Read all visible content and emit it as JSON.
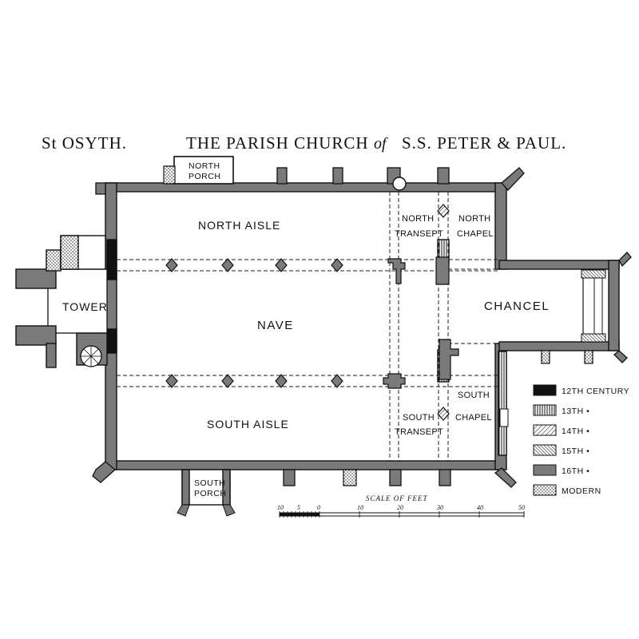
{
  "title": {
    "prefix": "St OSYTH.",
    "main": "THE PARISH CHURCH",
    "of": "of",
    "dedication": "S.S. PETER & PAUL."
  },
  "rooms": {
    "north_porch_1": "NORTH",
    "north_porch_2": "PORCH",
    "north_aisle": "NORTH   AISLE",
    "north_transept_1": "NORTH",
    "north_transept_2": "TRANSEPT",
    "north_chapel_1": "NORTH",
    "north_chapel_2": "CHAPEL",
    "tower": "TOWER",
    "nave": "NAVE",
    "chancel": "CHANCEL",
    "south_aisle": "SOUTH  AISLE",
    "south_transept_1": "SOUTH",
    "south_transept_2": "TRANSEPT",
    "south_chapel_1": "SOUTH",
    "south_chapel_2": "CHAPEL",
    "south_porch_1": "SOUTH",
    "south_porch_2": "PORCH"
  },
  "scale": {
    "title": "SCALE OF FEET",
    "ticks": [
      "10",
      "5",
      "0",
      "10",
      "20",
      "30",
      "40",
      "50"
    ]
  },
  "legend": [
    {
      "label": "12TH CENTURY",
      "pattern": "solid"
    },
    {
      "label": "13TH  •",
      "pattern": "vertical"
    },
    {
      "label": "14TH  •",
      "pattern": "diagonal"
    },
    {
      "label": "15TH  •",
      "pattern": "diagonal-dense"
    },
    {
      "label": "16TH  •",
      "pattern": "gray"
    },
    {
      "label": "MODERN",
      "pattern": "dots"
    }
  ],
  "colors": {
    "ink": "#111111",
    "gray": "#7a7a7a",
    "background": "#ffffff"
  }
}
